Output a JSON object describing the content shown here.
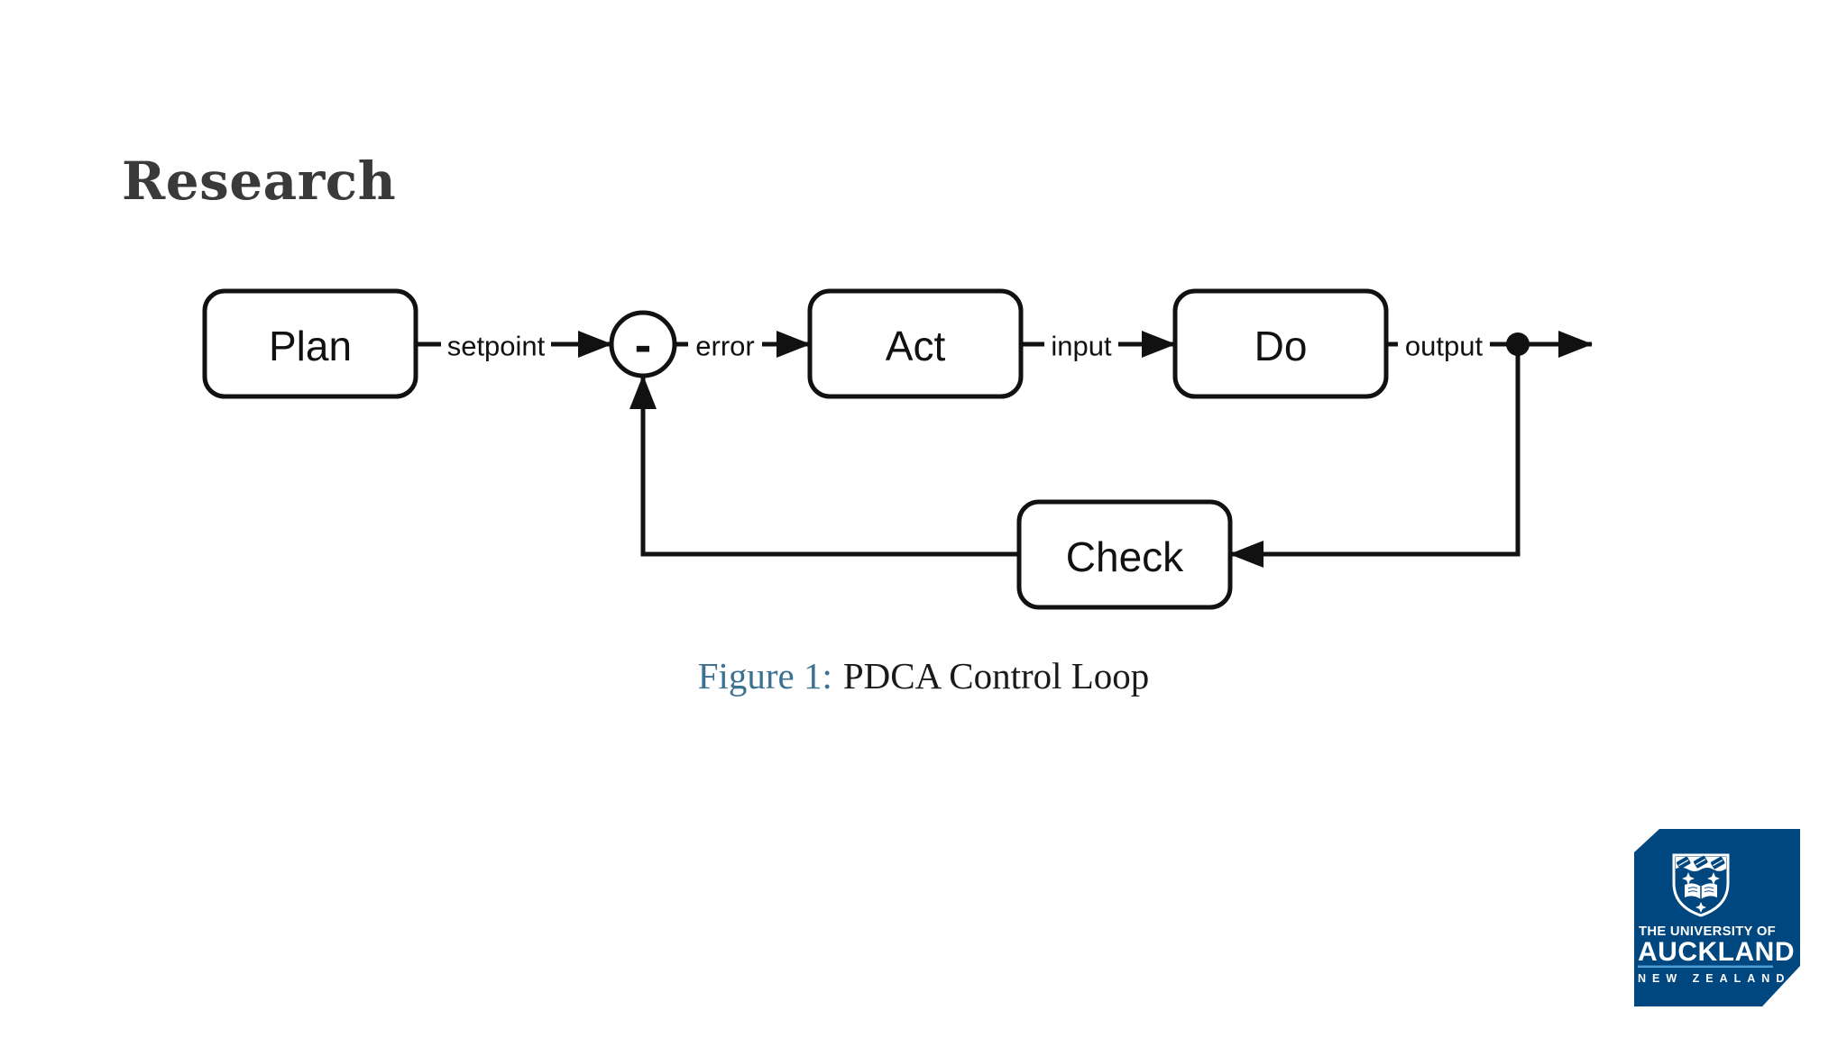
{
  "slide": {
    "title": "Research",
    "caption_label": "Figure 1:",
    "caption_text": "PDCA Control Loop"
  },
  "diagram": {
    "type": "block-diagram",
    "nodes": {
      "plan": {
        "label": "Plan"
      },
      "sum": {
        "label": "-",
        "shape": "circle"
      },
      "act": {
        "label": "Act"
      },
      "do": {
        "label": "Do"
      },
      "check": {
        "label": "Check"
      }
    },
    "signals": {
      "setpoint": "setpoint",
      "error": "error",
      "input": "input",
      "output": "output"
    },
    "edges": [
      {
        "from": "plan",
        "to": "sum",
        "label": "setpoint"
      },
      {
        "from": "sum",
        "to": "act",
        "label": "error"
      },
      {
        "from": "act",
        "to": "do",
        "label": "input"
      },
      {
        "from": "do",
        "to": "output-branch",
        "label": "output"
      },
      {
        "from": "output-branch",
        "to": "check"
      },
      {
        "from": "check",
        "to": "sum"
      }
    ],
    "colors": {
      "stroke": "#111111",
      "fill": "#ffffff"
    }
  },
  "logo": {
    "line1": "THE UNIVERSITY OF",
    "line2": "AUCKLAND",
    "line3": "NEW ZEALAND",
    "background": "#00467f",
    "accent": "#4d9fd6"
  },
  "colors": {
    "caption_label": "#3d7191",
    "title_text": "#3a3a3a"
  }
}
